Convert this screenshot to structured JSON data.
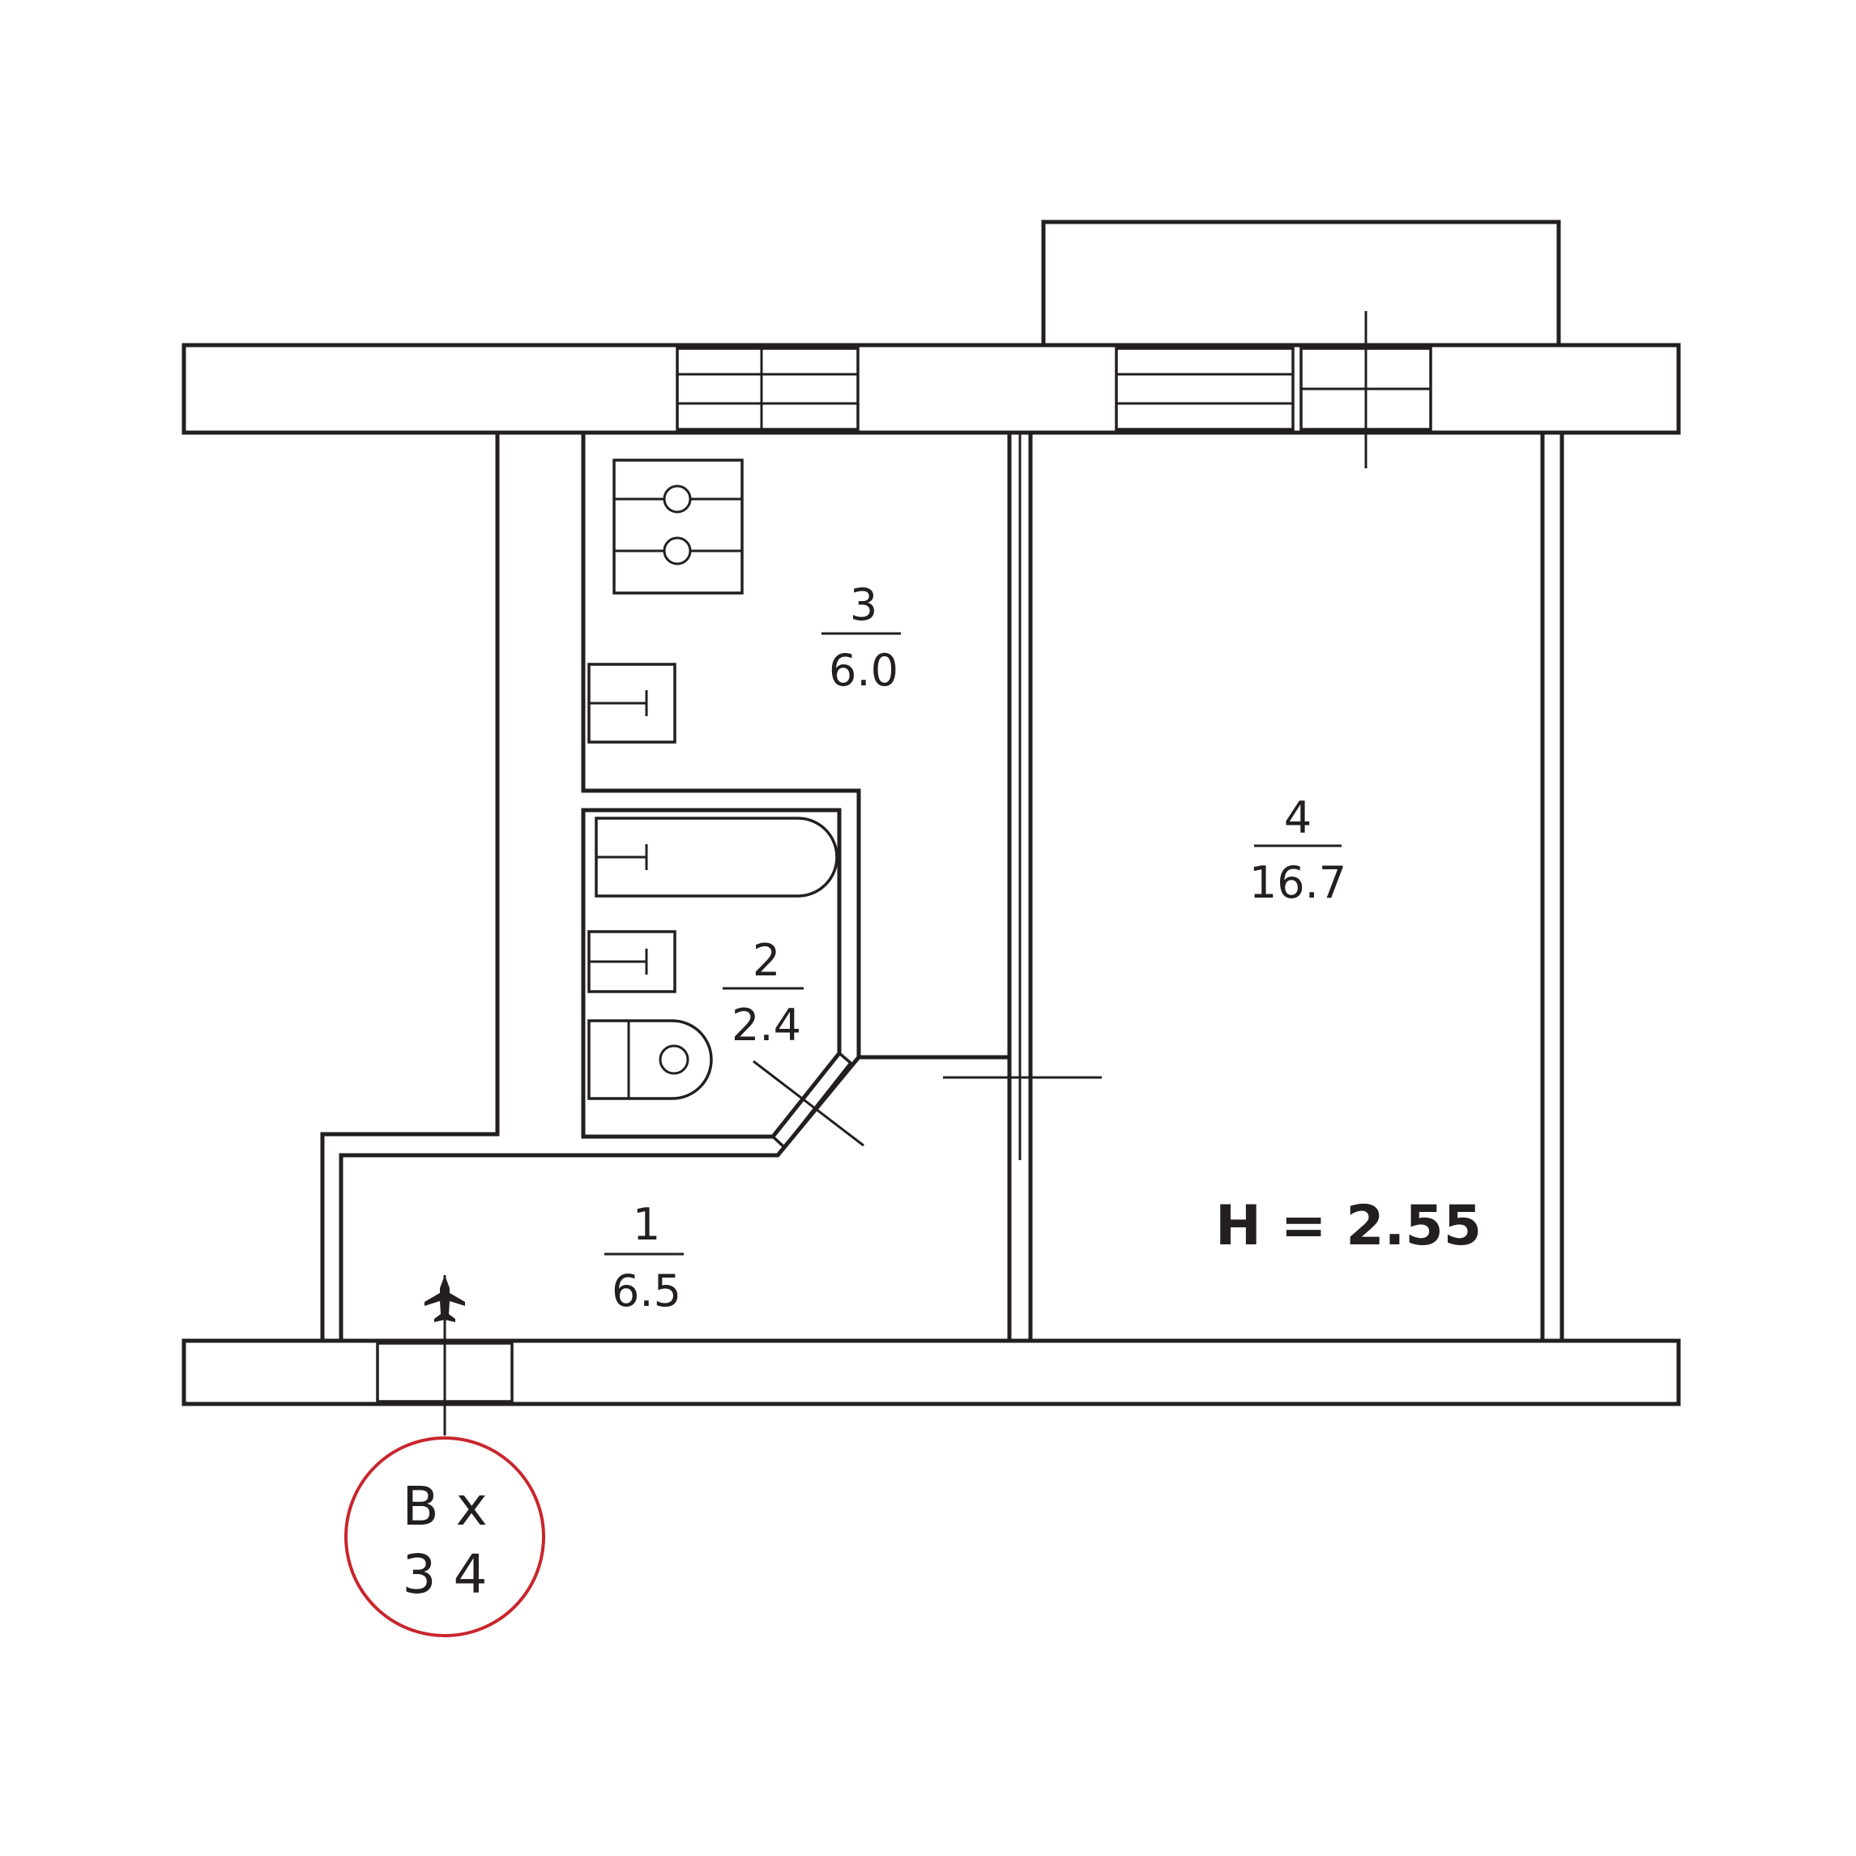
{
  "rooms": [
    {
      "number": "1",
      "area": "6.5"
    },
    {
      "number": "2",
      "area": "2.4"
    },
    {
      "number": "3",
      "area": "6.0"
    },
    {
      "number": "4",
      "area": "16.7"
    }
  ],
  "ceiling_height": "H = 2.55",
  "entrance": {
    "line1": "В х",
    "line2": "3 4"
  },
  "colors": {
    "walls": "#231f20",
    "entrance_marker": "#c8262c"
  }
}
